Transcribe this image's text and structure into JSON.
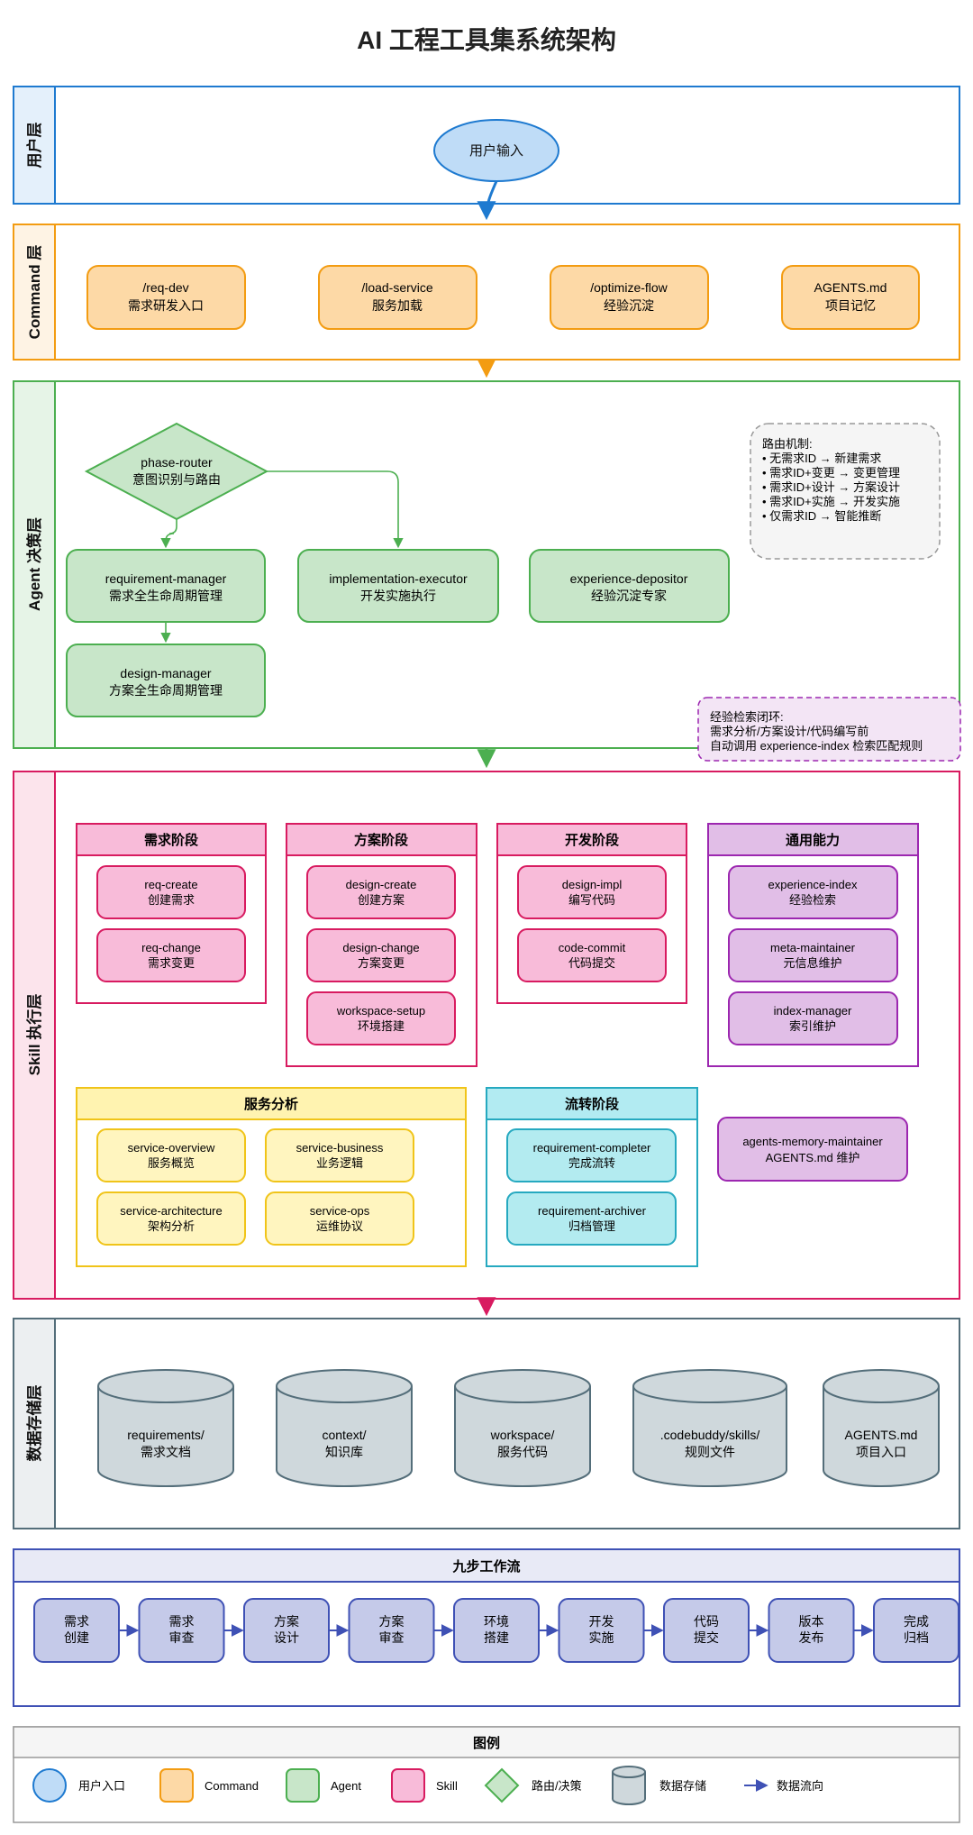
{
  "title": "AI 工程工具集系统架构",
  "layers": {
    "user": "用户层",
    "command": "Command 层",
    "agent": "Agent 决策层",
    "skill": "Skill 执行层",
    "storage": "数据存储层"
  },
  "user_input": "用户输入",
  "commands": [
    {
      "name": "/req-dev",
      "desc": "需求研发入口"
    },
    {
      "name": "/load-service",
      "desc": "服务加载"
    },
    {
      "name": "/optimize-flow",
      "desc": "经验沉淀"
    },
    {
      "name": "AGENTS.md",
      "desc": "项目记忆"
    }
  ],
  "agents": {
    "router": {
      "name": "phase-router",
      "desc": "意图识别与路由"
    },
    "requirement_manager": {
      "name": "requirement-manager",
      "desc": "需求全生命周期管理"
    },
    "implementation_executor": {
      "name": "implementation-executor",
      "desc": "开发实施执行"
    },
    "experience_depositor": {
      "name": "experience-depositor",
      "desc": "经验沉淀专家"
    },
    "design_manager": {
      "name": "design-manager",
      "desc": "方案全生命周期管理"
    }
  },
  "routing_note": {
    "title": "路由机制:",
    "lines": [
      "• 无需求ID → 新建需求",
      "• 需求ID+变更 → 变更管理",
      "• 需求ID+设计 → 方案设计",
      "• 需求ID+实施 → 开发实施",
      "• 仅需求ID → 智能推断"
    ]
  },
  "experience_note": {
    "lines": [
      "经验检索闭环:",
      "需求分析/方案设计/代码编写前",
      "自动调用 experience-index 检索匹配规则"
    ]
  },
  "skill_groups": [
    {
      "title": "需求阶段",
      "skills": [
        {
          "name": "req-create",
          "desc": "创建需求"
        },
        {
          "name": "req-change",
          "desc": "需求变更"
        }
      ]
    },
    {
      "title": "方案阶段",
      "skills": [
        {
          "name": "design-create",
          "desc": "创建方案"
        },
        {
          "name": "design-change",
          "desc": "方案变更"
        },
        {
          "name": "workspace-setup",
          "desc": "环境搭建"
        }
      ]
    },
    {
      "title": "开发阶段",
      "skills": [
        {
          "name": "design-impl",
          "desc": "编写代码"
        },
        {
          "name": "code-commit",
          "desc": "代码提交"
        }
      ]
    },
    {
      "title": "通用能力",
      "skills": [
        {
          "name": "experience-index",
          "desc": "经验检索"
        },
        {
          "name": "meta-maintainer",
          "desc": "元信息维护"
        },
        {
          "name": "index-manager",
          "desc": "索引维护"
        }
      ]
    },
    {
      "title": "服务分析",
      "skills": [
        {
          "name": "service-overview",
          "desc": "服务概览"
        },
        {
          "name": "service-business",
          "desc": "业务逻辑"
        },
        {
          "name": "service-architecture",
          "desc": "架构分析"
        },
        {
          "name": "service-ops",
          "desc": "运维协议"
        }
      ]
    },
    {
      "title": "流转阶段",
      "skills": [
        {
          "name": "requirement-completer",
          "desc": "完成流转"
        },
        {
          "name": "requirement-archiver",
          "desc": "归档管理"
        }
      ]
    }
  ],
  "agents_memory_skill": {
    "name": "agents-memory-maintainer",
    "desc": "AGENTS.md 维护"
  },
  "storage": [
    {
      "name": "requirements/",
      "desc": "需求文档"
    },
    {
      "name": "context/",
      "desc": "知识库"
    },
    {
      "name": "workspace/",
      "desc": "服务代码"
    },
    {
      "name": ".codebuddy/skills/",
      "desc": "规则文件"
    },
    {
      "name": "AGENTS.md",
      "desc": "项目入口"
    }
  ],
  "workflow": {
    "title": "九步工作流",
    "steps": [
      [
        "需求",
        "创建"
      ],
      [
        "需求",
        "审查"
      ],
      [
        "方案",
        "设计"
      ],
      [
        "方案",
        "审查"
      ],
      [
        "环境",
        "搭建"
      ],
      [
        "开发",
        "实施"
      ],
      [
        "代码",
        "提交"
      ],
      [
        "版本",
        "发布"
      ],
      [
        "完成",
        "归档"
      ]
    ]
  },
  "legend": {
    "title": "图例",
    "items": [
      "用户入口",
      "Command",
      "Agent",
      "Skill",
      "路由/决策",
      "数据存储",
      "数据流向"
    ]
  },
  "colors": {
    "user": "#1e7ad0",
    "user_fill": "#bfdcf7",
    "user_layer_bg": "#e4f0fb",
    "command": "#f39c12",
    "command_fill": "#fdd9a6",
    "command_layer_bg": "#fef3e4",
    "agent": "#4caf50",
    "agent_fill": "#c8e6c9",
    "agent_layer_bg": "#e6f4e7",
    "skill": "#d81b60",
    "skill_fill": "#f8bbd9",
    "skill_header": "#f8bbd9",
    "skill_layer_bg": "#fce4ec",
    "general": "#9c27b0",
    "general_fill": "#e1bee7",
    "service": "#f0c419",
    "service_fill": "#fff5bf",
    "service_header": "#fff3b0",
    "transfer": "#26a9c0",
    "transfer_fill": "#b3ebf0",
    "transfer_header": "#b2ebf2",
    "storage": "#546e7a",
    "storage_fill": "#cfd8dc",
    "storage_layer_bg": "#eceff1",
    "workflow": "#3f51b5",
    "workflow_fill": "#c5cae9",
    "workflow_header": "#e8eaf6",
    "note_border": "#999999",
    "note_fill": "#f5f5f5",
    "exp_note_border": "#9c27b0",
    "exp_note_fill": "#f3e5f5"
  }
}
